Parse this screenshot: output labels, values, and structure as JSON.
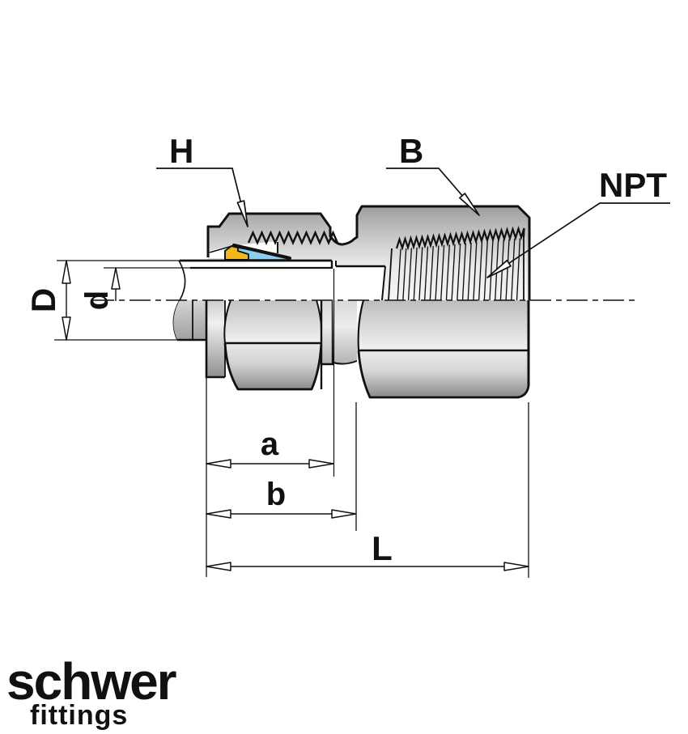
{
  "drawing": {
    "type": "technical-section-drawing",
    "subject": "tube compression fitting with female NPT thread, half-section view",
    "callouts": {
      "nut": "H",
      "body_hex": "B",
      "thread": "NPT"
    },
    "dimensions": {
      "tube_outer_diameter": "D",
      "tube_inner_diameter": "d",
      "nut_length": "a",
      "body_start_length": "b",
      "overall_length": "L"
    }
  },
  "logo": {
    "brand": "schwer",
    "tagline": "fittings"
  },
  "colors": {
    "ferrule_back": "#f2b81c",
    "ferrule_front": "#8ccdf0",
    "outline": "#111111",
    "logo_gray": "#a79f98"
  }
}
